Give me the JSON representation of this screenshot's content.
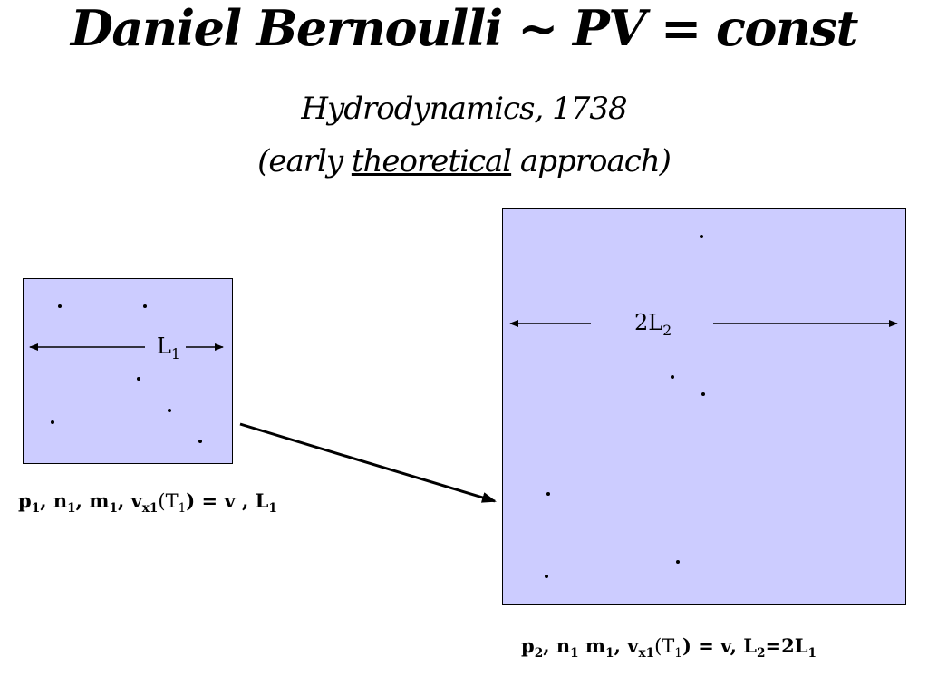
{
  "title": "Daniel Bernoulli ~ PV = const",
  "subtitle_line1": "Hydrodynamics, 1738",
  "subtitle_line2_prefix": "(early ",
  "subtitle_line2_underlined": "theoretical",
  "subtitle_line2_suffix": " approach)",
  "left_box": {
    "length_label": "L",
    "length_sub": "1"
  },
  "right_box": {
    "length_label": "2L",
    "length_sub": "2"
  },
  "formula_left": {
    "p": "p",
    "p_sub": "1",
    "n": "n",
    "n_sub": "1",
    "m": "m",
    "m_sub": "1",
    "v": "v",
    "v_sub": "x1",
    "T": "(T",
    "T_sub": "1",
    "eq": ") = v , L",
    "L_sub": "1"
  },
  "formula_right": {
    "p": "p",
    "p_sub": "2",
    "n": "n",
    "n_sub": "1",
    "m": "m",
    "m_sub": "1",
    "v": "v",
    "v_sub": "x1",
    "T": "(T",
    "T_sub": "1",
    "eq": ") = v, L",
    "L2_sub": "2",
    "eq2": "=2L",
    "L1_sub": "1"
  }
}
